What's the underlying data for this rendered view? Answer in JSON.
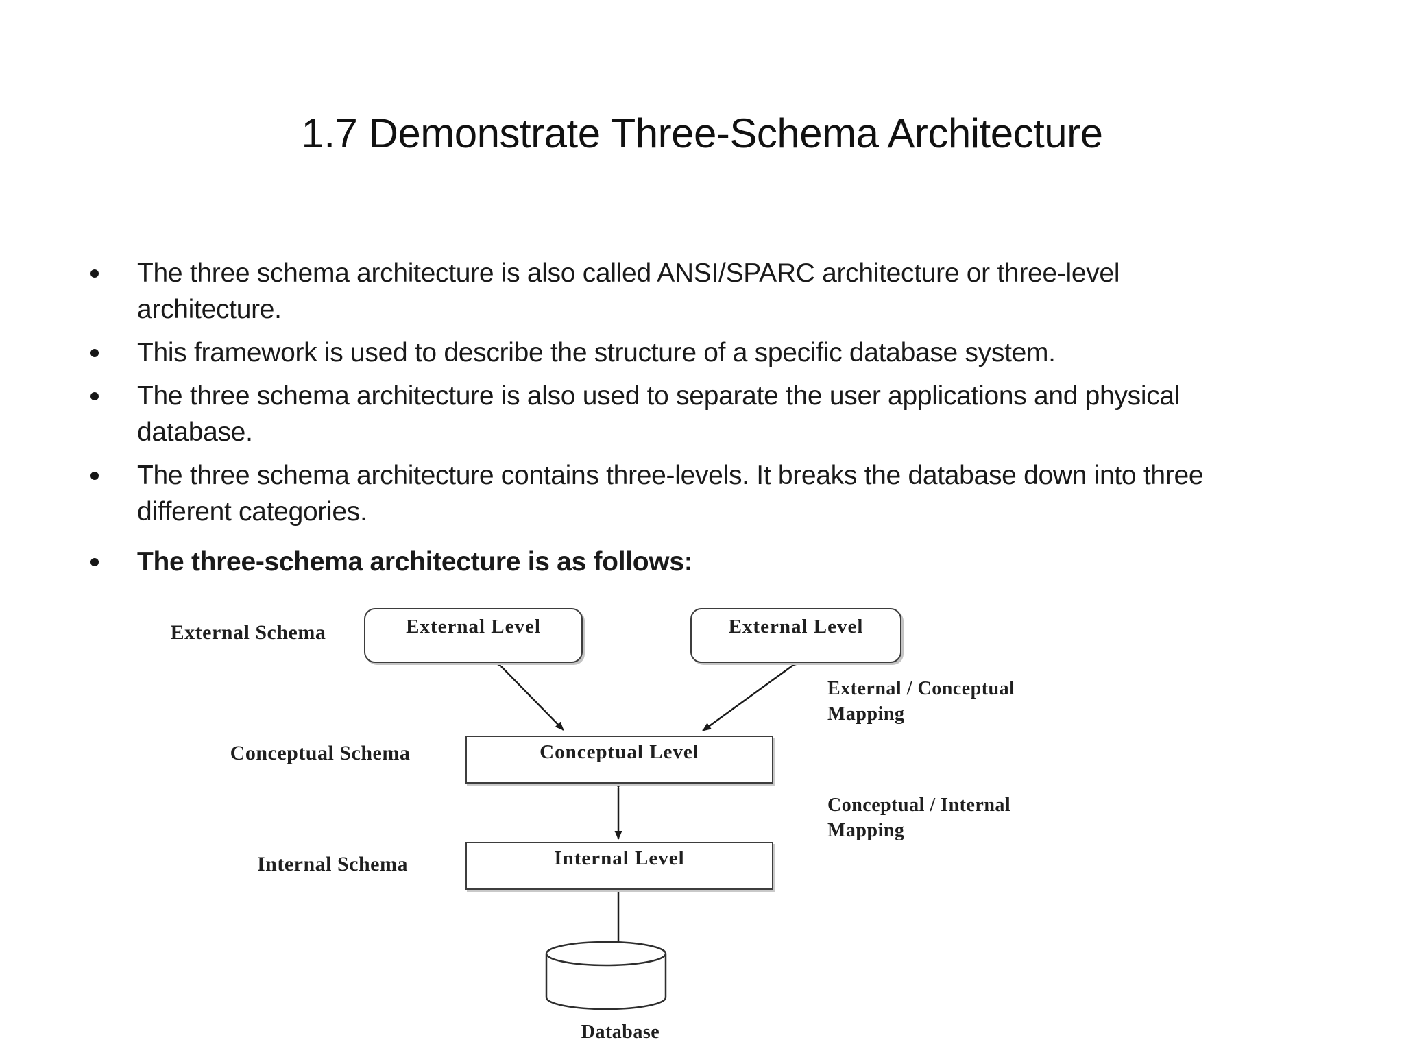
{
  "slide": {
    "title": "1.7 Demonstrate Three-Schema Architecture",
    "bullets": [
      {
        "bold": false,
        "lines": [
          "The three schema architecture is also called ANSI/SPARC architecture or three-level",
          "architecture."
        ]
      },
      {
        "bold": false,
        "lines": [
          "This framework is used to describe the structure of a specific database system."
        ]
      },
      {
        "bold": false,
        "lines": [
          "The three schema architecture is also used to separate the user applications and physical",
          "database."
        ]
      },
      {
        "bold": false,
        "lines": [
          "The three schema architecture contains three-levels. It breaks the database down into three",
          "different categories."
        ]
      },
      {
        "bold": true,
        "lines": [
          "The three-schema architecture is as follows:"
        ]
      }
    ]
  },
  "diagram": {
    "boxes": {
      "external_left": "External Level",
      "external_right": "External Level",
      "conceptual": "Conceptual Level",
      "internal": "Internal Level"
    },
    "labels": {
      "external_schema": "External Schema",
      "conceptual_schema": "Conceptual Schema",
      "internal_schema": "Internal Schema",
      "external_conceptual_mapping_line1": "External / Conceptual",
      "external_conceptual_mapping_line2": "Mapping",
      "conceptual_internal_mapping_line1": "Conceptual / Internal",
      "conceptual_internal_mapping_line2": "Mapping",
      "database": "Database"
    },
    "colors": {
      "line": "#1a1a1a",
      "box_border": "#3d3d3d",
      "box_fill": "#ffffff",
      "text": "#1f1f1f",
      "background": "#ffffff"
    }
  }
}
